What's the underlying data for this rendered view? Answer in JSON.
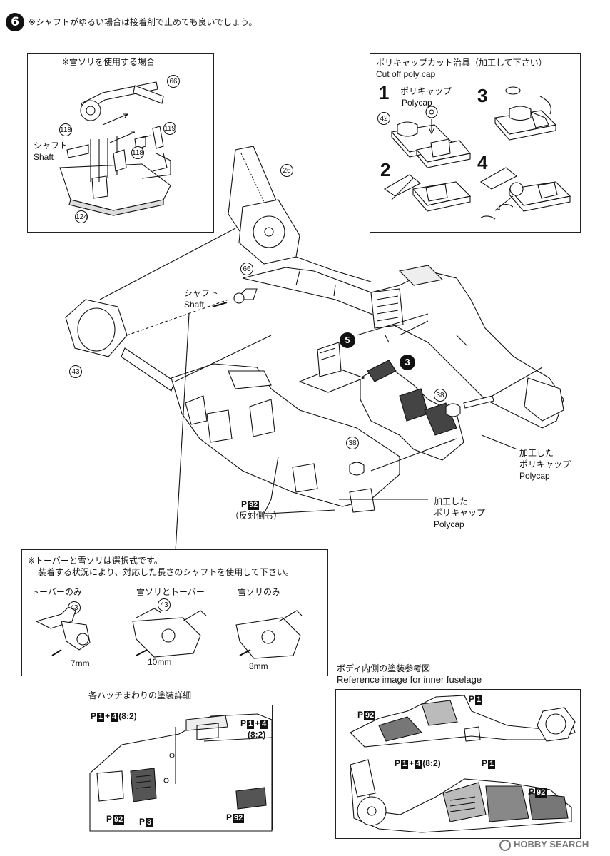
{
  "step": {
    "number": "6",
    "note": "※シャフトがゆるい場合は接着剤で止めても良いでしょう。"
  },
  "snow_ski_box": {
    "title": "※雪ソリを使用する場合",
    "shaft_jp": "シャフト",
    "shaft_en": "Shaft",
    "parts": [
      "66",
      "118",
      "119",
      "118",
      "124"
    ]
  },
  "polycap_box": {
    "title_jp": "ポリキャップカット治具（加工して下さい）",
    "title_en": "Cut off poly cap",
    "steps": [
      "1",
      "2",
      "3",
      "4"
    ],
    "step1_jp": "ポリキャップ",
    "step1_en": "Polycap",
    "part": "42"
  },
  "main": {
    "parts": {
      "p26": "26",
      "p66": "66",
      "p43": "43",
      "p38a": "38",
      "p38b": "38"
    },
    "subassy": {
      "s5": "5",
      "s3": "3"
    },
    "shaft_jp": "シャフト",
    "shaft_en": "Shaft",
    "polycap1_jp1": "加工した",
    "polycap1_jp2": "ポリキャップ",
    "polycap1_en": "Polycap",
    "polycap2_jp1": "加工した",
    "polycap2_jp2": "ポリキャップ",
    "polycap2_en": "Polycap",
    "paint_p": "P",
    "paint_92": "92",
    "opposite_side": "（反対側も）"
  },
  "selection_box": {
    "line1": "※トーバーと雪ソリは選択式です。",
    "line2": "装着する状況により、対応した長さのシャフトを使用して下さい。",
    "options": [
      {
        "label": "トーバーのみ",
        "part": "43",
        "length": "7mm"
      },
      {
        "label": "雪ソリとトーバー",
        "part": "43",
        "length": "10mm"
      },
      {
        "label": "雪ソリのみ",
        "part": "",
        "length": "8mm"
      }
    ]
  },
  "hatch_box": {
    "title": "各ハッチまわりの塗装詳細",
    "label_tl": "1",
    "label_tl2": "4",
    "ratio": "(8:2)",
    "label_tr": "1",
    "label_tr2": "4",
    "ratio_r": "(8:2)",
    "p92a": "92",
    "p3": "3",
    "p92b": "92"
  },
  "inner_box": {
    "title_jp": "ボディ内側の塗装参考図",
    "title_en": "Reference image for inner fuselage",
    "p1a": "1",
    "p92a": "92",
    "mix_a": "1",
    "mix_b": "4",
    "mix_ratio": "(8:2)",
    "p1b": "1",
    "p92b": "92"
  },
  "watermark": "HOBBY SEARCH"
}
